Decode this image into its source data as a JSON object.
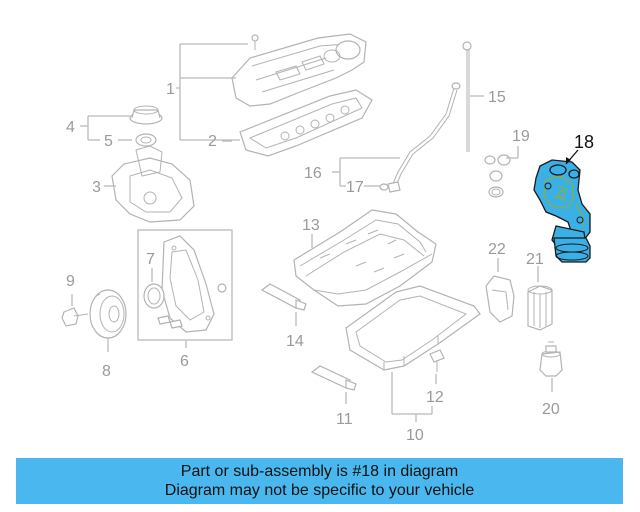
{
  "callouts": {
    "c1": "1",
    "c2": "2",
    "c3": "3",
    "c4": "4",
    "c5": "5",
    "c6": "6",
    "c7": "7",
    "c8": "8",
    "c9": "9",
    "c10": "10",
    "c11": "11",
    "c12": "12",
    "c13": "13",
    "c14": "14",
    "c15": "15",
    "c16": "16",
    "c17": "17",
    "c18": "18",
    "c19": "19",
    "c20": "20",
    "c21": "21",
    "c22": "22"
  },
  "highlight": {
    "part": "18",
    "color": "#3ab0e6"
  },
  "banner": {
    "line1": "Part or sub-assembly is #18 in diagram",
    "line2": "Diagram may not be specific to your vehicle",
    "color": "#4ab8ef"
  }
}
